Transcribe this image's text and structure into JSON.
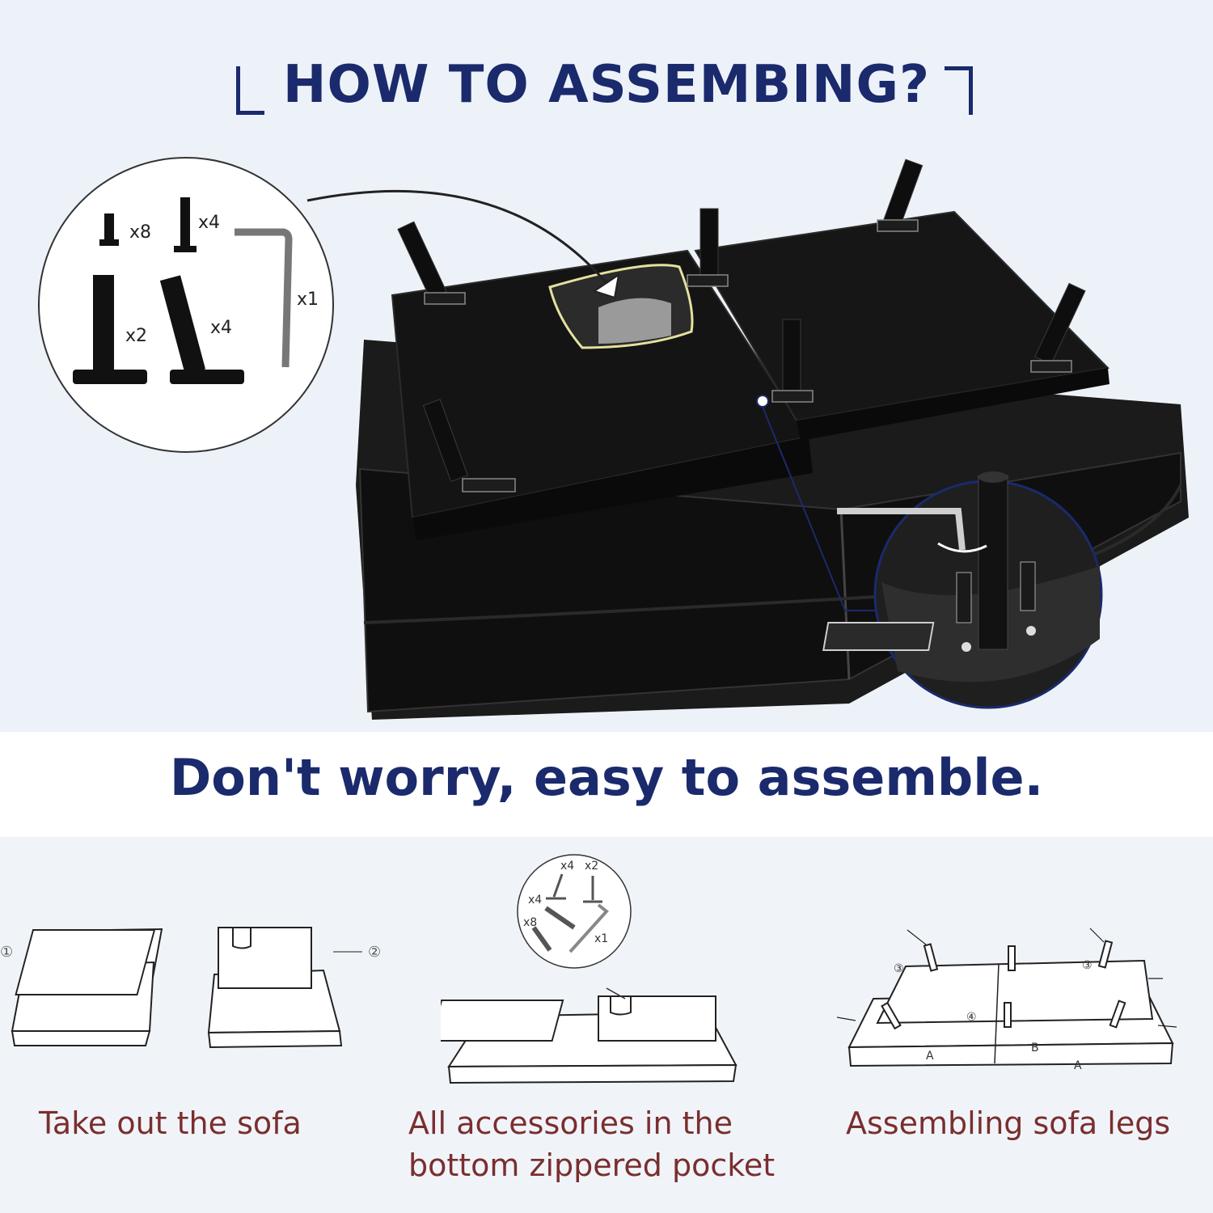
{
  "header": {
    "title": "HOW TO ASSEMBING?"
  },
  "parts_callout": {
    "leg_short_qty": "x8",
    "leg_medium_qty": "x4",
    "leg_straight_qty": "x2",
    "leg_angled_qty": "x4",
    "hex_key_qty": "x1"
  },
  "slogan": "Don't worry, easy to assemble.",
  "steps": [
    {
      "caption_line1": "Take out the sofa",
      "caption_line2": "",
      "marker1": "①",
      "marker2": "②"
    },
    {
      "caption_line1": "All accessories in the",
      "caption_line2": "bottom zippered pocket",
      "parts": {
        "a": "x4",
        "b": "x2",
        "c": "x4",
        "d": "x8",
        "e": "x1"
      }
    },
    {
      "caption_line1": "Assembling sofa legs",
      "caption_line2": "",
      "label_a": "A",
      "label_b": "B",
      "marker3": "③",
      "marker4": "④"
    }
  ],
  "colors": {
    "navy": "#1a2a6c",
    "caption": "#7a2e2e",
    "sofa": "#111111"
  }
}
